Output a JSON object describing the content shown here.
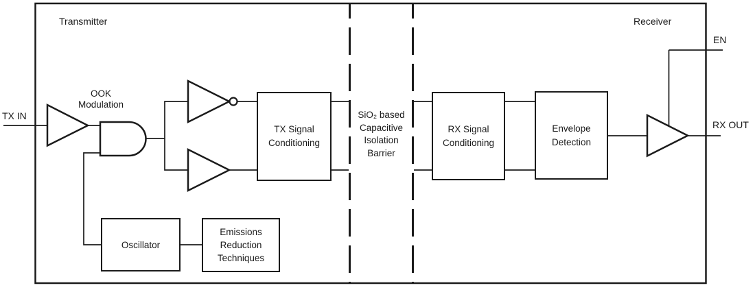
{
  "diagram": {
    "sections": {
      "transmitter": "Transmitter",
      "receiver": "Receiver"
    },
    "ports": {
      "tx_in": "TX IN",
      "en": "EN",
      "rx_out": "RX OUT"
    },
    "labels": {
      "ook_modulation": "OOK\nModulation",
      "isolation_barrier": "SiO₂ based\nCapacitive\nIsolation\nBarrier"
    },
    "blocks": {
      "tx_signal_conditioning": "TX Signal\nConditioning",
      "rx_signal_conditioning": "RX Signal\nConditioning",
      "envelope_detection": "Envelope\nDetection",
      "oscillator": "Oscillator",
      "emissions_reduction": "Emissions\nReduction\nTechniques"
    },
    "icons": {
      "input_buffer": "buffer-triangle-icon",
      "and_gate": "and-gate-icon",
      "top_buffer": "inverting-buffer-icon",
      "bottom_buffer": "buffer-triangle-icon",
      "output_buffer": "buffer-triangle-icon"
    },
    "colors": {
      "line": "#1b1b1b",
      "background": "#ffffff",
      "text": "#1a1a1a"
    }
  }
}
